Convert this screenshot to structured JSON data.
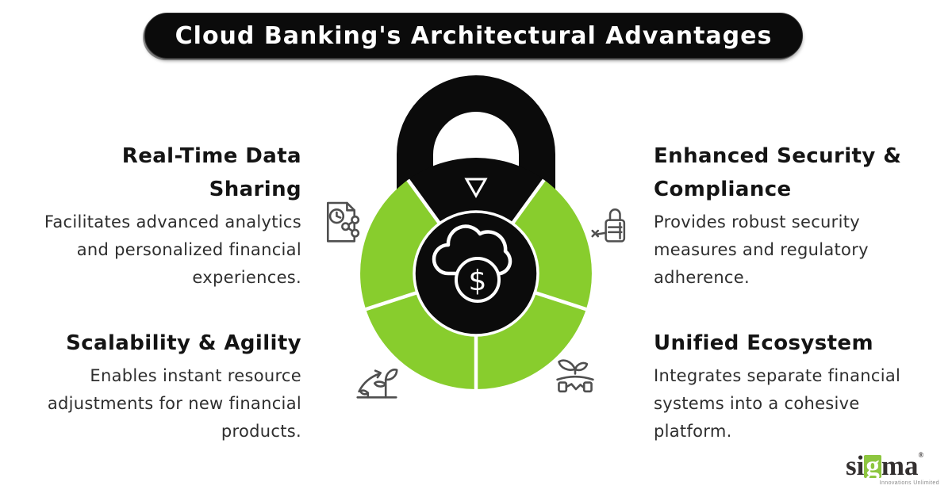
{
  "title": "Cloud Banking's Architectural Advantages",
  "colors": {
    "lock_black": "#0b0b0b",
    "ring_green": "#88cd2d",
    "logo_green": "#8dc63f",
    "icon_gray": "#4f4f4f"
  },
  "center": {
    "icon": "cloud-dollar-icon",
    "dollar_glyph": "$"
  },
  "blocks": [
    {
      "id": "real-time-data-sharing",
      "heading": "Real-Time Data\nSharing",
      "body": "Facilitates advanced analytics\nand personalized financial\nexperiences.",
      "icon": "document-share-clock-icon"
    },
    {
      "id": "enhanced-security-compliance",
      "heading": "Enhanced Security &\nCompliance",
      "body": "Provides robust security\nmeasures and regulatory\nadherence.",
      "icon": "lock-key-icon"
    },
    {
      "id": "scalability-agility",
      "heading": "Scalability & Agility",
      "body": "Enables instant resource\nadjustments for new financial\nproducts.",
      "icon": "growth-plant-arrow-icon"
    },
    {
      "id": "unified-ecosystem",
      "heading": "Unified Ecosystem",
      "body": "Integrates separate financial\nsystems into a cohesive\nplatform.",
      "icon": "handshake-leaves-icon"
    }
  ],
  "logo": {
    "word_start": "si",
    "letter_g": "g",
    "word_end": "ma",
    "reg_mark": "®",
    "tagline": "Innovations Unlimited"
  }
}
